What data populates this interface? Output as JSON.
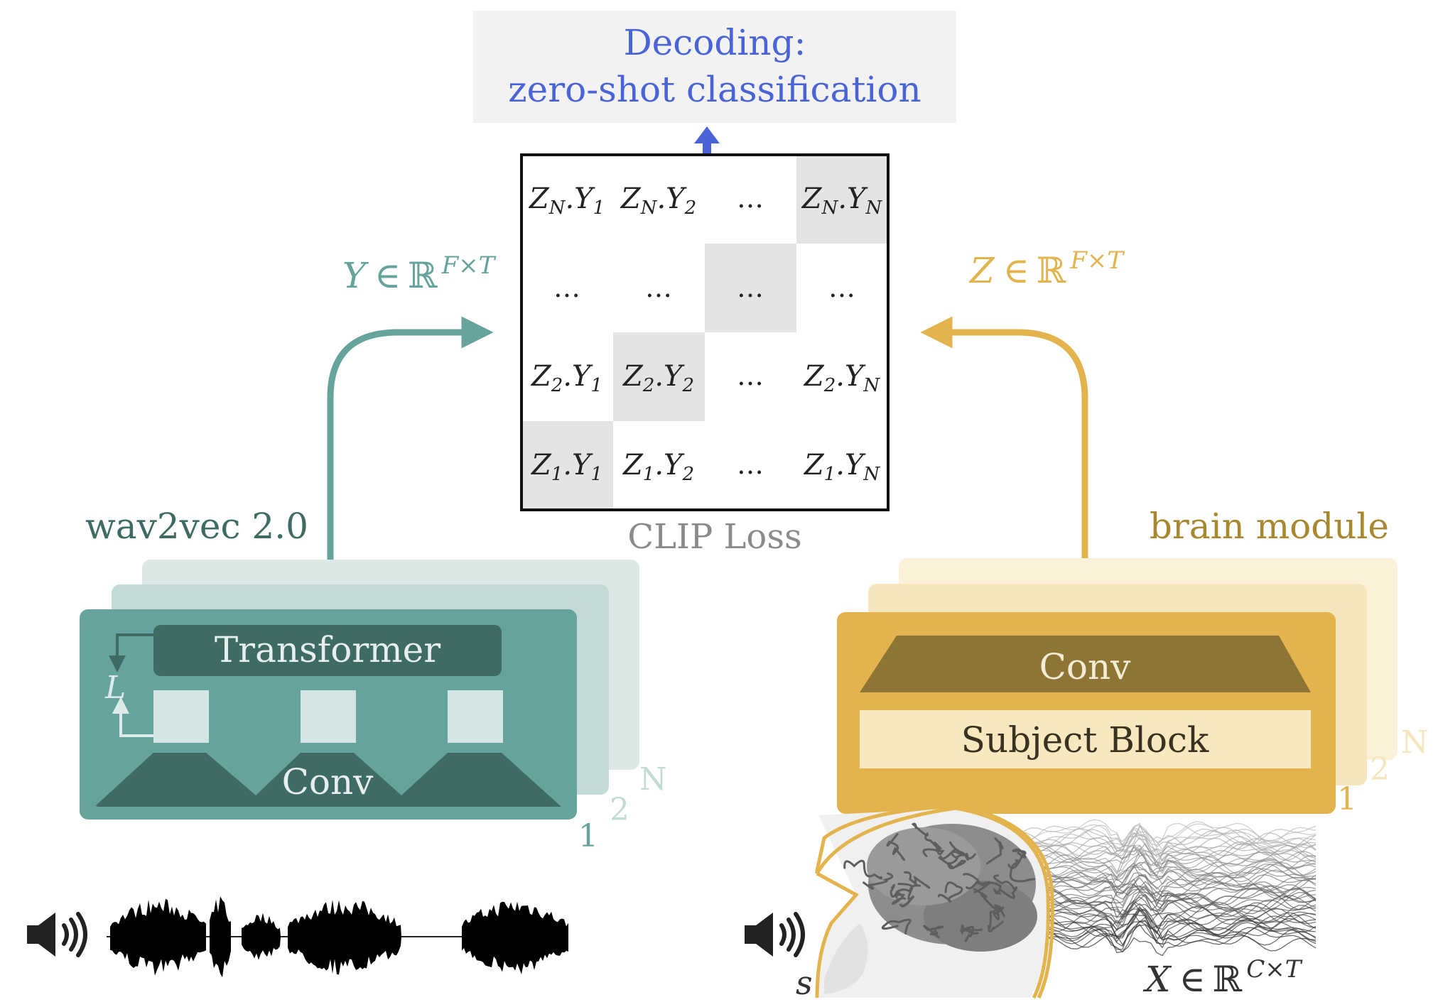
{
  "decoding": {
    "line1": "Decoding:",
    "line2": "zero-shot classification"
  },
  "clip": {
    "label": "CLIP Loss",
    "rows": [
      [
        {
          "z": "Z",
          "zs": "N",
          "y": "Y",
          "ys": "1"
        },
        {
          "z": "Z",
          "zs": "N",
          "y": "Y",
          "ys": "2"
        },
        {
          "dots": "…"
        },
        {
          "z": "Z",
          "zs": "N",
          "y": "Y",
          "ys": "N"
        }
      ],
      [
        {
          "dots": "…"
        },
        {
          "dots": "…"
        },
        {
          "dots": "…"
        },
        {
          "dots": "…"
        }
      ],
      [
        {
          "z": "Z",
          "zs": "2",
          "y": "Y",
          "ys": "1"
        },
        {
          "z": "Z",
          "zs": "2",
          "y": "Y",
          "ys": "2"
        },
        {
          "dots": "…"
        },
        {
          "z": "Z",
          "zs": "2",
          "y": "Y",
          "ys": "N"
        }
      ],
      [
        {
          "z": "Z",
          "zs": "1",
          "y": "Y",
          "ys": "1"
        },
        {
          "z": "Z",
          "zs": "1",
          "y": "Y",
          "ys": "2"
        },
        {
          "dots": "…"
        },
        {
          "z": "Z",
          "zs": "1",
          "y": "Y",
          "ys": "N"
        }
      ]
    ]
  },
  "y_embed": {
    "var": "Y",
    "in": "∈",
    "space": "ℝ",
    "dims": "F×T"
  },
  "z_embed": {
    "var": "Z",
    "in": "∈",
    "space": "ℝ",
    "dims": "F×T"
  },
  "x_input": {
    "var": "X",
    "in": "∈",
    "space": "ℝ",
    "dims": "C×T"
  },
  "wav2vec": {
    "title": "wav2vec 2.0",
    "transformer": "Transformer",
    "conv": "Conv",
    "layers": "L",
    "stack": [
      "1",
      "2",
      "N"
    ]
  },
  "brain": {
    "title": "brain module",
    "conv": "Conv",
    "subject_block": "Subject Block",
    "stack": [
      "1",
      "2",
      "N"
    ]
  },
  "subject_label": "s",
  "icons": {
    "left_audio": "speaker-icon",
    "right_audio": "speaker-icon"
  },
  "colors": {
    "teal": "#66a39c",
    "teal_dark": "#3f6b65",
    "teal_light": "#c9dedb",
    "gold": "#e3b44d",
    "gold_dark": "#8f7535",
    "gold_light": "#f8e8c0",
    "blue": "#4a63d6",
    "gray_text": "#8a8a8a"
  }
}
